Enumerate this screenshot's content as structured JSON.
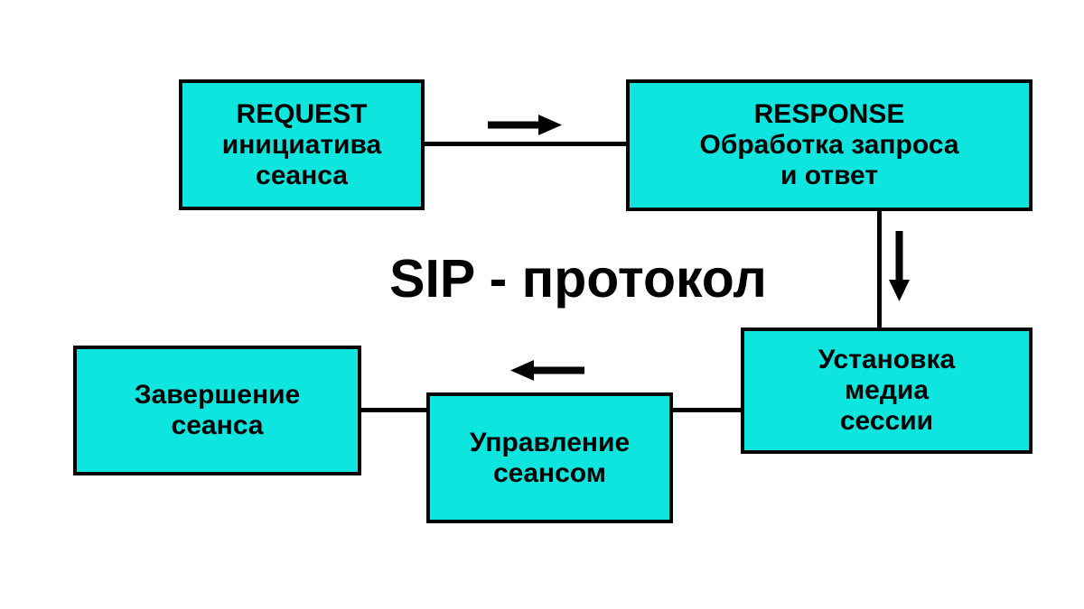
{
  "title": "SIP - протокол",
  "colors": {
    "background": "#ffffff",
    "box_fill": "#0de5de",
    "box_border": "#000000",
    "line": "#000000",
    "text": "#000000"
  },
  "boxes": [
    {
      "name": "request",
      "lines": [
        "REQUEST",
        "инициатива",
        "сеанса"
      ]
    },
    {
      "name": "response",
      "lines": [
        "RESPONSE",
        "Обработка запроса",
        "и ответ"
      ]
    },
    {
      "name": "media-session-setup",
      "lines": [
        "Установка",
        "медиа",
        "сессии"
      ]
    },
    {
      "name": "session-termination",
      "lines": [
        "Завершение",
        "сеанса"
      ]
    },
    {
      "name": "session-management",
      "lines": [
        "Управление",
        "сеансом"
      ]
    }
  ],
  "arrows": [
    {
      "name": "request-to-response-arrow",
      "direction": "right"
    },
    {
      "name": "response-to-setup-arrow",
      "direction": "down"
    },
    {
      "name": "setup-to-management-arrow",
      "direction": "left"
    }
  ]
}
